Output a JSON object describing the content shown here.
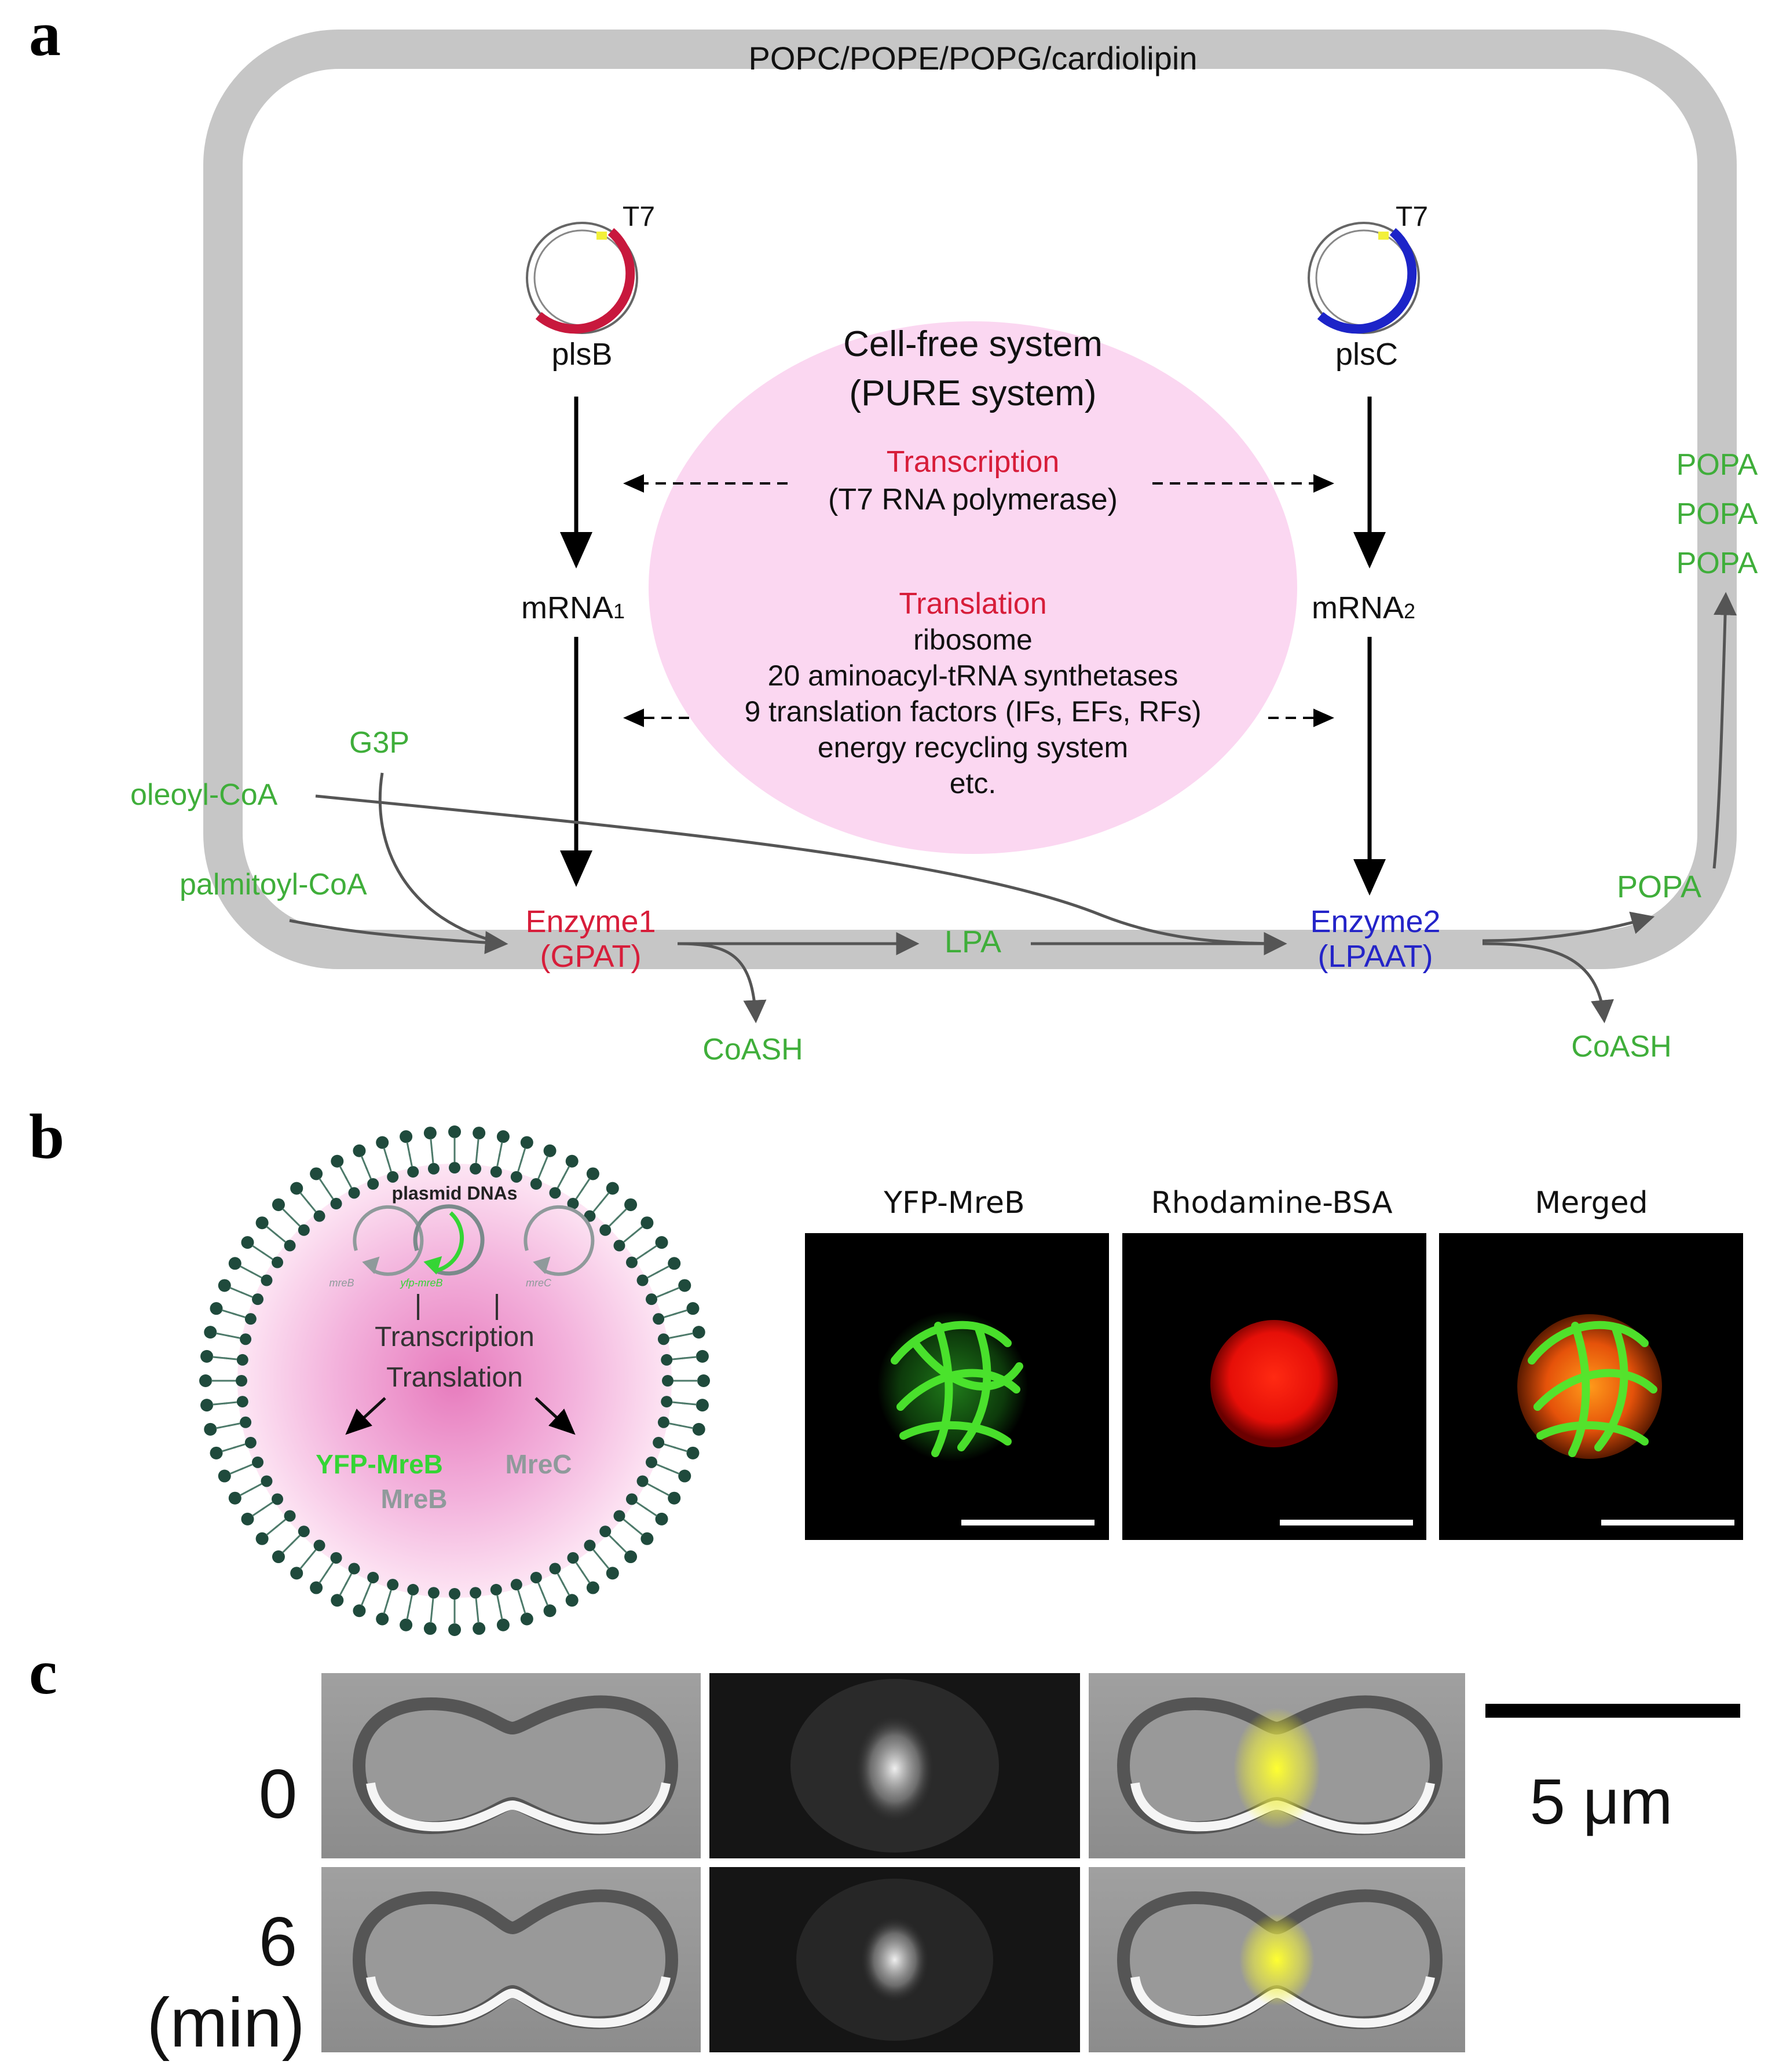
{
  "colors": {
    "green": "#3fae3a",
    "red": "#d71d3a",
    "blue": "#2424c8",
    "membrane": "#c6c6c6",
    "pink": "#fbd7f1",
    "gray_text": "#8f9a9b",
    "bright_green": "#35d535"
  },
  "panel_a": {
    "letter": "a",
    "membrane_label": "POPC/POPE/POPG/cardiolipin",
    "plasmid_left": {
      "promoter": "T7",
      "gene": "plsB"
    },
    "plasmid_right": {
      "promoter": "T7",
      "gene": "plsC"
    },
    "cellfree": {
      "title1": "Cell-free system",
      "title2": "(PURE system)",
      "transcription": "Transcription",
      "t7pol": "(T7 RNA polymerase)",
      "translation": "Translation",
      "items": [
        "ribosome",
        "20 aminoacyl-tRNA synthetases",
        "9 translation factors (IFs, EFs, RFs)",
        "energy recycling system",
        "etc."
      ]
    },
    "mrna1": {
      "base": "mRNA",
      "sub": "1"
    },
    "mrna2": {
      "base": "mRNA",
      "sub": "2"
    },
    "enzyme1": {
      "name": "Enzyme1",
      "abbr": "(GPAT)"
    },
    "enzyme2": {
      "name": "Enzyme2",
      "abbr": "(LPAAT)"
    },
    "substrates": {
      "g3p": "G3P",
      "oleoyl": "oleoyl-CoA",
      "palmitoyl": "palmitoyl-CoA"
    },
    "lpa": "LPA",
    "popa": "POPA",
    "popa_stack": [
      "POPA",
      "POPA",
      "POPA"
    ],
    "coash": "CoASH"
  },
  "panel_b": {
    "letter": "b",
    "plasmid_dnas": "plasmid DNAs",
    "genes": [
      "mreB",
      "yfp-mreB",
      "mreC"
    ],
    "transcription": "Transcription",
    "translation": "Translation",
    "products": {
      "yfp_mreb": "YFP-MreB",
      "mreb": "MreB",
      "mrec": "MreC"
    },
    "image_titles": [
      "YFP-MreB",
      "Rhodamine-BSA",
      "Merged"
    ]
  },
  "panel_c": {
    "letter": "c",
    "times": [
      "0",
      "6"
    ],
    "unit": "(min)",
    "scale_label": "5 μm"
  }
}
